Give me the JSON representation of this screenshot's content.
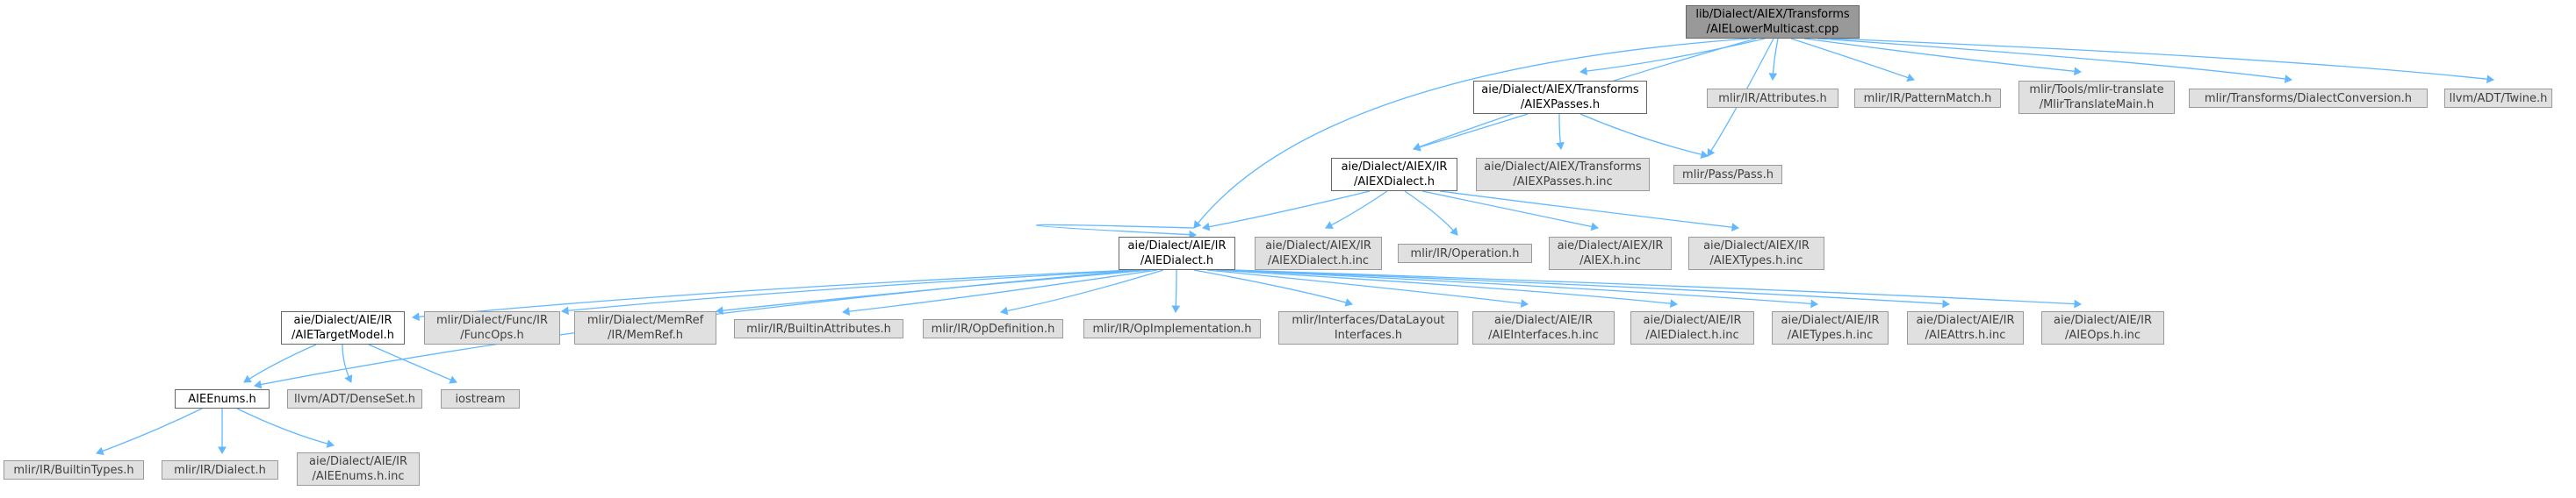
{
  "colors": {
    "edge": "#63b8ff",
    "root_fill": "#999999",
    "file_fill": "#ffffff",
    "system_fill": "#e0e0e0"
  },
  "nodes": {
    "root": [
      "lib/Dialect/AIEX/Transforms",
      "/AIELowerMulticast.cpp"
    ],
    "aiex_passes_h": [
      "aie/Dialect/AIEX/Transforms",
      "/AIEXPasses.h"
    ],
    "mlir_attributes": [
      "mlir/IR/Attributes.h"
    ],
    "mlir_patternmatch": [
      "mlir/IR/PatternMatch.h"
    ],
    "mlir_translate_main": [
      "mlir/Tools/mlir-translate",
      "/MlirTranslateMain.h"
    ],
    "mlir_dialect_conversion": [
      "mlir/Transforms/DialectConversion.h"
    ],
    "llvm_twine": [
      "llvm/ADT/Twine.h"
    ],
    "aiex_dialect_h": [
      "aie/Dialect/AIEX/IR",
      "/AIEXDialect.h"
    ],
    "aiex_passes_inc": [
      "aie/Dialect/AIEX/Transforms",
      "/AIEXPasses.h.inc"
    ],
    "mlir_pass": [
      "mlir/Pass/Pass.h"
    ],
    "aie_dialect_h": [
      "aie/Dialect/AIE/IR",
      "/AIEDialect.h"
    ],
    "aiex_dialect_inc": [
      "aie/Dialect/AIEX/IR",
      "/AIEXDialect.h.inc"
    ],
    "mlir_operation": [
      "mlir/IR/Operation.h"
    ],
    "aiex_inc": [
      "aie/Dialect/AIEX/IR",
      "/AIEX.h.inc"
    ],
    "aiex_types_inc": [
      "aie/Dialect/AIEX/IR",
      "/AIEXTypes.h.inc"
    ],
    "aie_target_model": [
      "aie/Dialect/AIE/IR",
      "/AIETargetModel.h"
    ],
    "func_ops": [
      "mlir/Dialect/Func/IR",
      "/FuncOps.h"
    ],
    "memref": [
      "mlir/Dialect/MemRef",
      "/IR/MemRef.h"
    ],
    "builtin_attributes": [
      "mlir/IR/BuiltinAttributes.h"
    ],
    "op_definition": [
      "mlir/IR/OpDefinition.h"
    ],
    "op_implementation": [
      "mlir/IR/OpImplementation.h"
    ],
    "datalayout_interfaces": [
      "mlir/Interfaces/DataLayout",
      "Interfaces.h"
    ],
    "aie_interfaces_inc": [
      "aie/Dialect/AIE/IR",
      "/AIEInterfaces.h.inc"
    ],
    "aie_dialect_inc": [
      "aie/Dialect/AIE/IR",
      "/AIEDialect.h.inc"
    ],
    "aie_types_inc": [
      "aie/Dialect/AIE/IR",
      "/AIETypes.h.inc"
    ],
    "aie_attrs_inc": [
      "aie/Dialect/AIE/IR",
      "/AIEAttrs.h.inc"
    ],
    "aie_ops_inc": [
      "aie/Dialect/AIE/IR",
      "/AIEOps.h.inc"
    ],
    "aie_enums_h": [
      "AIEEnums.h"
    ],
    "dense_set": [
      "llvm/ADT/DenseSet.h"
    ],
    "iostream": [
      "iostream"
    ],
    "builtin_types": [
      "mlir/IR/BuiltinTypes.h"
    ],
    "mlir_ir_dialect": [
      "mlir/IR/Dialect.h"
    ],
    "aie_enums_inc": [
      "aie/Dialect/AIE/IR",
      "/AIEEnums.h.inc"
    ]
  }
}
